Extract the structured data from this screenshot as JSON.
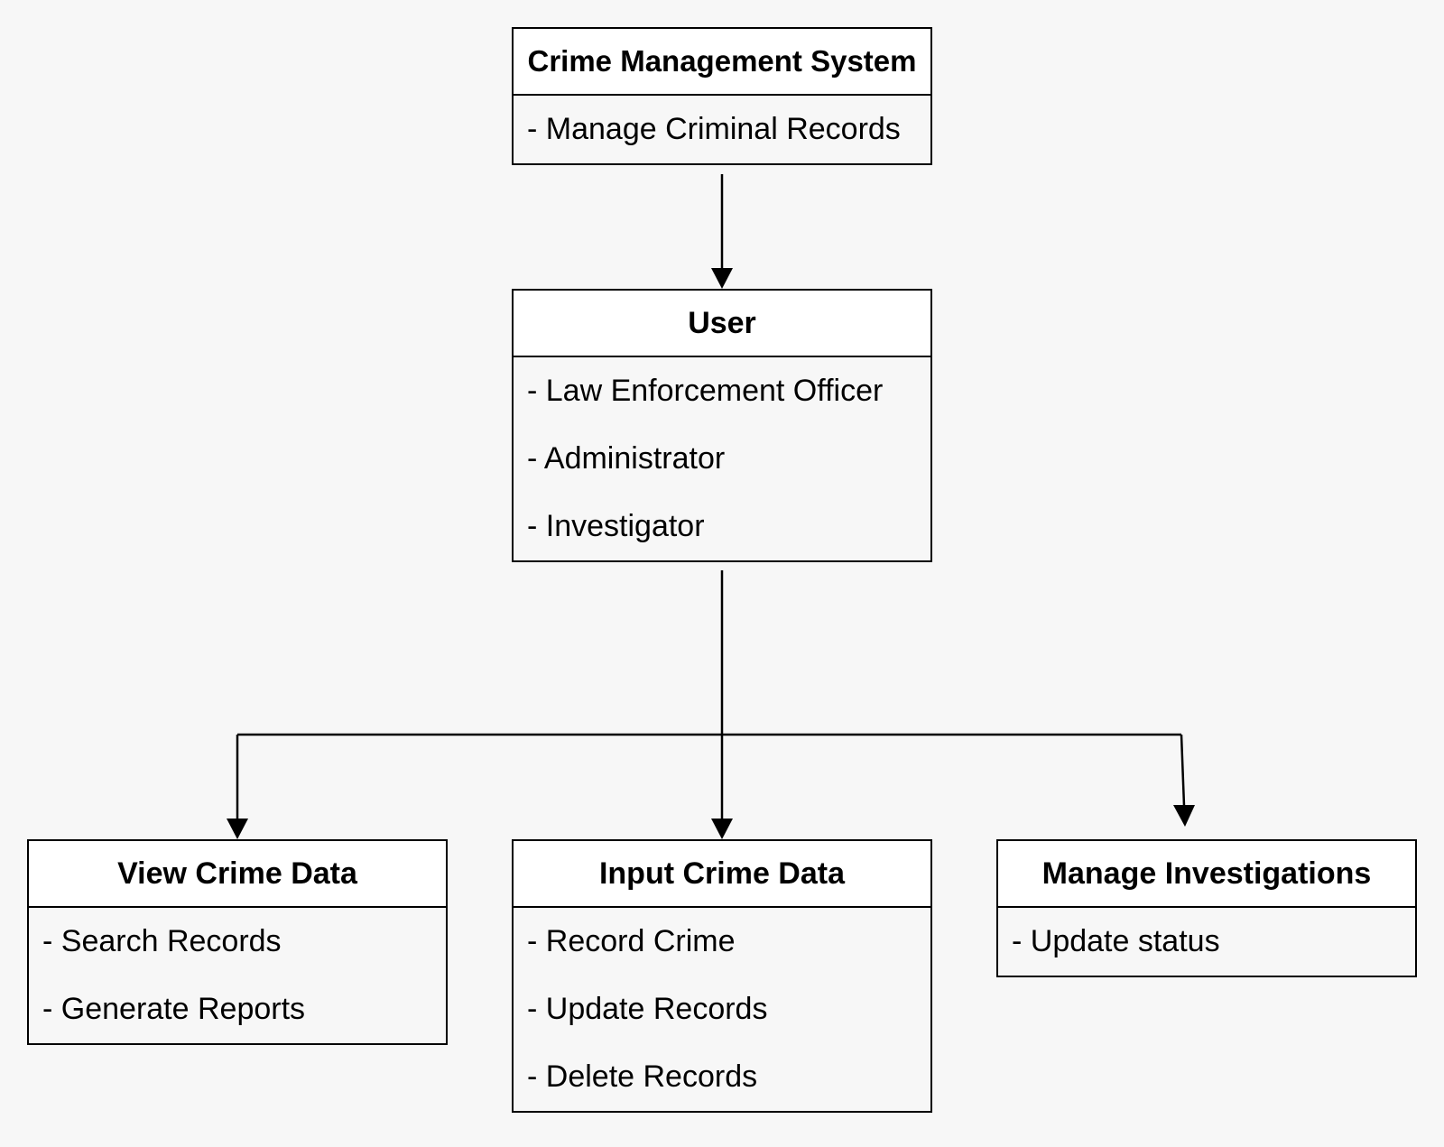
{
  "nodes": {
    "system": {
      "title": "Crime Management System",
      "items": [
        "- Manage Criminal Records"
      ]
    },
    "user": {
      "title": "User",
      "items": [
        "- Law Enforcement Officer",
        "- Administrator",
        "- Investigator"
      ]
    },
    "view_crime_data": {
      "title": "View Crime Data",
      "items": [
        "- Search Records",
        "- Generate Reports"
      ]
    },
    "input_crime_data": {
      "title": "Input Crime Data",
      "items": [
        "- Record Crime",
        "- Update Records",
        "- Delete Records"
      ]
    },
    "manage_investigations": {
      "title": "Manage Investigations",
      "items": [
        "- Update status"
      ]
    }
  },
  "edges": [
    {
      "from": "system",
      "to": "user"
    },
    {
      "from": "user",
      "to": "view_crime_data"
    },
    {
      "from": "user",
      "to": "input_crime_data"
    },
    {
      "from": "user",
      "to": "manage_investigations"
    }
  ]
}
